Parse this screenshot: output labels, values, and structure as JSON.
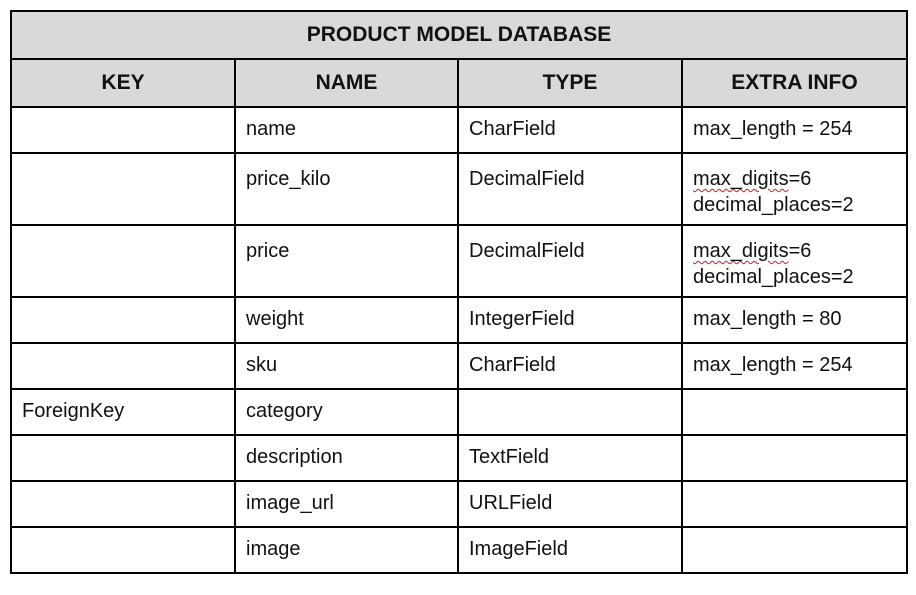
{
  "title": "PRODUCT MODEL DATABASE",
  "columns": [
    "KEY",
    "NAME",
    "TYPE",
    "EXTRA INFO"
  ],
  "rows": [
    {
      "key": "",
      "name": "name",
      "type": "CharField",
      "extra": [
        "max_length = 254"
      ]
    },
    {
      "key": "",
      "name": "price_kilo",
      "type": "DecimalField",
      "extra": [
        "max_digits=6",
        "decimal_places=2"
      ]
    },
    {
      "key": "",
      "name": "price",
      "type": "DecimalField",
      "extra": [
        "max_digits=6",
        "decimal_places=2"
      ]
    },
    {
      "key": "",
      "name": "weight",
      "type": "IntegerField",
      "extra": [
        "max_length = 80"
      ]
    },
    {
      "key": "",
      "name": "sku",
      "type": "CharField",
      "extra": [
        "max_length = 254"
      ]
    },
    {
      "key": "ForeignKey",
      "name": "category",
      "type": "",
      "extra": [
        ""
      ]
    },
    {
      "key": "",
      "name": "description",
      "type": "TextField",
      "extra": [
        ""
      ]
    },
    {
      "key": "",
      "name": "image_url",
      "type": "URLField",
      "extra": [
        ""
      ]
    },
    {
      "key": "",
      "name": "image",
      "type": "ImageField",
      "extra": [
        ""
      ]
    }
  ],
  "spellcheck_word": "max_digits",
  "colors": {
    "header_bg": "#d9d9d9",
    "border": "#000000",
    "spellcheck": "#d21b1b"
  }
}
